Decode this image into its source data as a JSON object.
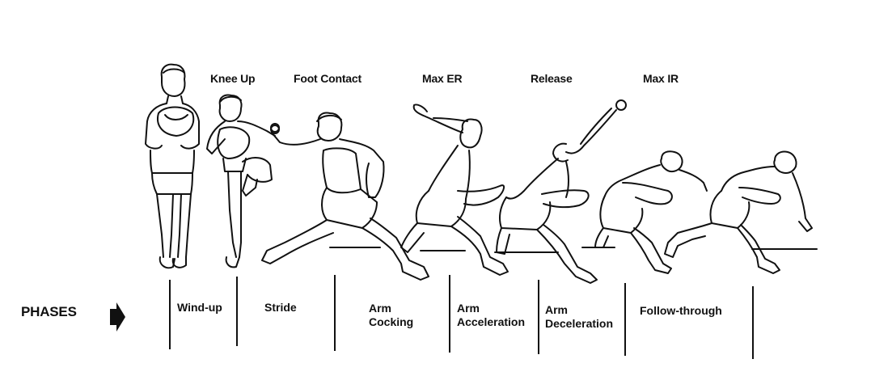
{
  "event_labels": [
    "Knee Up",
    "Foot Contact",
    "Max ER",
    "Release",
    "Max IR"
  ],
  "phases_label": "PHASES",
  "phases": [
    {
      "lines": [
        "Wind-up"
      ]
    },
    {
      "lines": [
        "Stride"
      ]
    },
    {
      "lines": [
        "Arm",
        "Cocking"
      ]
    },
    {
      "lines": [
        "Arm",
        "Acceleration"
      ]
    },
    {
      "lines": [
        "Arm",
        "Deceleration"
      ]
    },
    {
      "lines": [
        "Follow-through"
      ]
    }
  ],
  "figures": [
    "wind-up-pitcher",
    "knee-up-pitcher",
    "foot-contact-pitcher",
    "max-er-pitcher",
    "release-pitcher",
    "max-ir-pitcher",
    "follow-through-pitcher"
  ]
}
